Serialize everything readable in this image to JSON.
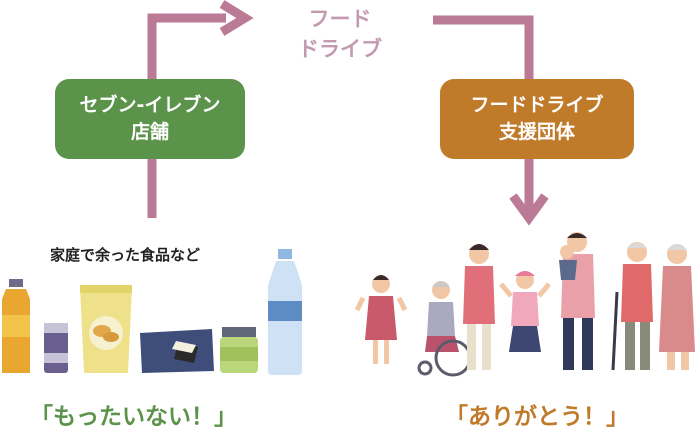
{
  "flow": {
    "label_line1": "フード",
    "label_line2": "ドライブ",
    "arrow_color": "#bb7a96"
  },
  "store": {
    "line1": "セブン-イレブン",
    "line2": "店舗",
    "color": "#5b934b"
  },
  "group": {
    "line1": "フードドライブ",
    "line2": "支援団体",
    "color": "#bf7a2a"
  },
  "food": {
    "caption": "家庭で余った食品など",
    "slogan": "「もったいない！」"
  },
  "people": {
    "slogan": "「ありがとう！」"
  }
}
